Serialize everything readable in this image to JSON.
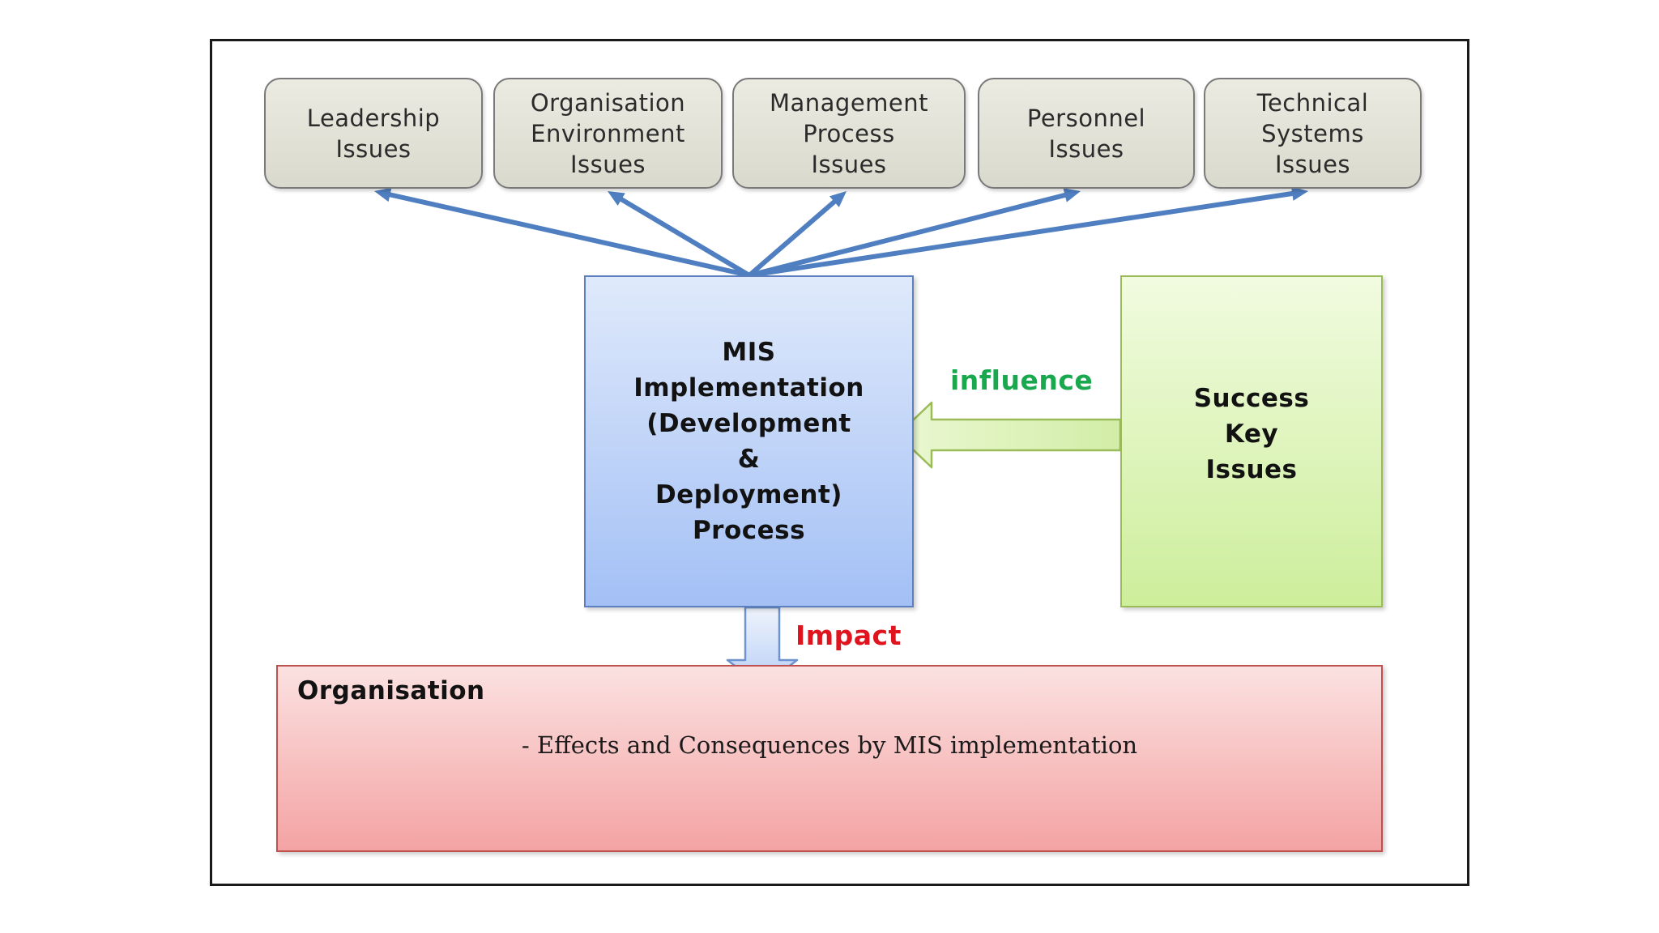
{
  "diagram": {
    "top_boxes": [
      {
        "label": "Leadership\nIssues"
      },
      {
        "label": "Organisation\nEnvironment\nIssues"
      },
      {
        "label": "Management\nProcess\nIssues"
      },
      {
        "label": "Personnel\nIssues"
      },
      {
        "label": "Technical\nSystems\nIssues"
      }
    ],
    "central_box": {
      "label": "MIS\nImplementation\n(Development\n&\nDeployment)\nProcess"
    },
    "success_box": {
      "label": "Success\nKey\nIssues"
    },
    "influence_label": "influence",
    "impact_label": "Impact",
    "organisation_box": {
      "title": "Organisation",
      "detail": "- Effects and Consequences by MIS implementation"
    },
    "colors": {
      "arrow_blue": "#4f7fc0",
      "influence_green": "#1aa84f",
      "impact_red": "#e0141e"
    }
  }
}
